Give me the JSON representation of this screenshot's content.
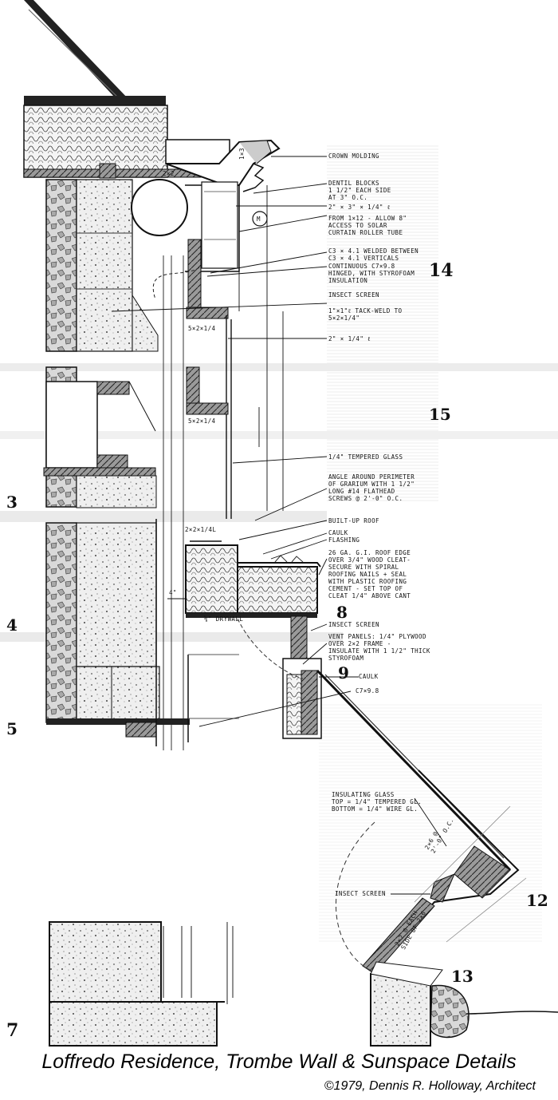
{
  "title": "Loffredo Residence, Trombe Wall & Sunspace Details",
  "credit": "©1979, Dennis R. Holloway, Architect",
  "detail_numbers": {
    "d14": "14",
    "d15": "15",
    "d3": "3",
    "d4": "4",
    "d8": "8",
    "d9": "9",
    "d5": "5",
    "d12": "12",
    "d13": "13",
    "d7": "7"
  },
  "marks": {
    "two_by_two": "2×2",
    "one_by_three": "1×3",
    "motor": "M",
    "angle_a": "5×2×1/4",
    "angle_b": "5×2×1/4",
    "angle_c": "2×2×1/4L",
    "drywall": "⅝\" DRYWALL",
    "dim_4": "4\""
  },
  "notes": {
    "crown": [
      "CROWN MOLDING"
    ],
    "dentil": [
      "DENTIL BLOCKS",
      "1 1/2\" EACH SIDE",
      "AT 3\" O.C."
    ],
    "plate": [
      "2\" × 3\" × 1/4\" ℓ"
    ],
    "frame": [
      "FROM 1×12 - ALLOW 8\"",
      "ACCESS TO SOLAR",
      "CURTAIN ROLLER TUBE"
    ],
    "c3": [
      "C3 × 4.1 WELDED BETWEEN",
      "C3 × 4.1 VERTICALS"
    ],
    "cont": [
      "CONTINUOUS C7×9.8",
      "HINGED, WITH STYROFOAM",
      "INSULATION"
    ],
    "screen1": [
      "INSECT SCREEN"
    ],
    "tack": [
      "1\"×1\"ℓ TACK-WELD TO",
      "5×2×1/4\""
    ],
    "plate2": [
      "2\" × 1/4\" ℓ"
    ],
    "tempered": [
      "1/4\" TEMPERED GLASS"
    ],
    "angle": [
      "ANGLE AROUND PERIMETER",
      "OF GRARIUM WITH 1 1/2\"",
      "LONG #14 FLATHEAD",
      "SCREWS @ 2'-0\" O.C."
    ],
    "roof": [
      "BUILT-UP ROOF"
    ],
    "caulk": [
      "CAULK"
    ],
    "flashing": [
      "FLASHING"
    ],
    "edge": [
      "26 GA. G.I. ROOF EDGE",
      "OVER 3/4\" WOOD CLEAT-",
      "SECURE WITH SPIRAL",
      "ROOFING NAILS + SEAL",
      "WITH PLASTIC ROOFING",
      "CEMENT - SET TOP OF",
      "CLEAT 1/4\" ABOVE CANT"
    ],
    "screen2": [
      "INSECT SCREEN"
    ],
    "vent": [
      "VENT PANELS: 1/4\" PLYWOOD",
      "OVER 2×2 FRAME -",
      "INSULATE WITH 1 1/2\" THICK",
      "STYROFOAM"
    ],
    "caulk2": [
      "CAULK"
    ],
    "c7": [
      "C7×9.8"
    ],
    "glazing": [
      "INSULATING GLASS",
      "TOP = 1/4\" TEMPERED GL.",
      "BOTTOM = 1/4\" WIRE GL."
    ],
    "screen3": [
      "INSECT SCREEN"
    ],
    "spacing": [
      "2×6 @",
      "2'-0\" O.C."
    ],
    "blocks": [
      "2×2 @ EACH",
      "SIDE OF 2×6"
    ]
  }
}
